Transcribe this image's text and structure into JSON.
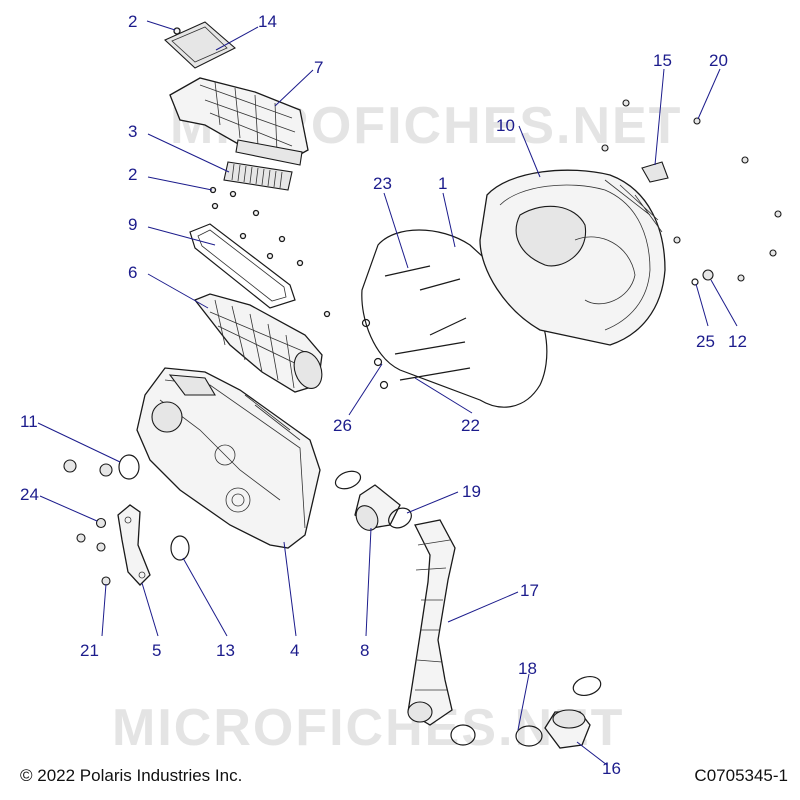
{
  "watermark": "MICROFICHES.NET",
  "copyright": "© 2022 Polaris Industries Inc.",
  "diagram_code": "C0705345-1",
  "callouts": {
    "c1": "1",
    "c2a": "2",
    "c2b": "2",
    "c3": "3",
    "c4": "4",
    "c5": "5",
    "c6": "6",
    "c7": "7",
    "c8": "8",
    "c9": "9",
    "c10": "10",
    "c11": "11",
    "c12": "12",
    "c13": "13",
    "c14": "14",
    "c15": "15",
    "c16": "16",
    "c17": "17",
    "c18": "18",
    "c19": "19",
    "c20": "20",
    "c21": "21",
    "c22": "22",
    "c23": "23",
    "c24": "24",
    "c25": "25",
    "c26": "26"
  },
  "colors": {
    "callout": "#1c1c8c",
    "line": "#1a1a1a"
  }
}
